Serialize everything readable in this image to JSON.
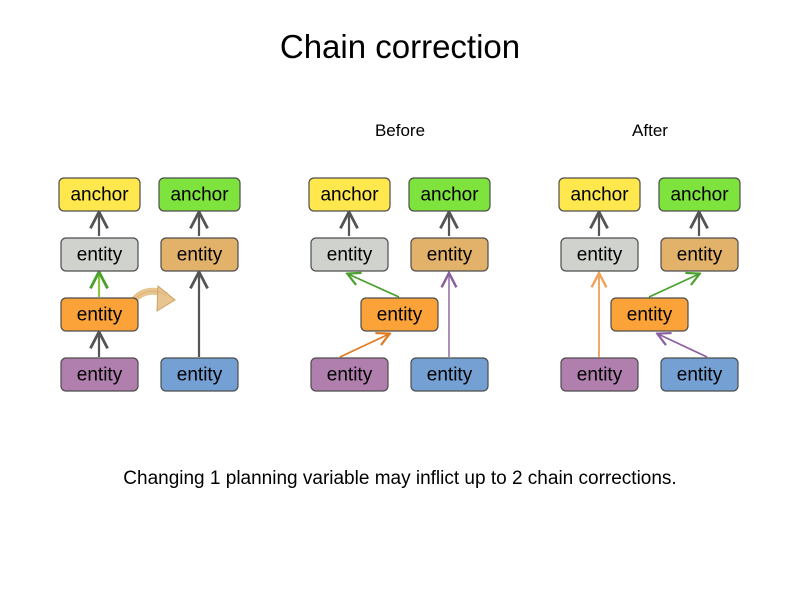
{
  "slide": {
    "title": "Chain correction",
    "caption": "Changing 1 planning variable may inflict up to 2 chain corrections."
  },
  "labels": {
    "before": "Before",
    "after": "After"
  },
  "colors": {
    "anchor_yellow": "#ffe84d",
    "anchor_green": "#7ee33c",
    "entity_gray": "#cfd2cd",
    "entity_tan": "#e3b островa",
    "entity_tan_fix": "#e3b26a",
    "entity_orange": "#fba338",
    "entity_purple": "#b07fae",
    "entity_blue": "#74a0d3",
    "arrow_gray": "#555555",
    "arrow_green": "#4aa02c",
    "arrow_orange": "#e07b1f",
    "arrow_purple": "#8a5fa0",
    "arrow_tan": "#e8c48e",
    "node_border": "#4d4d4d"
  },
  "node_labels": {
    "anchor": "anchor",
    "entity": "entity"
  },
  "panels": [
    {
      "id": "panel-initial",
      "label": "",
      "nodes": [
        {
          "name": "anchor-yellow",
          "text": "anchor",
          "color": "#ffe84d"
        },
        {
          "name": "anchor-green",
          "text": "anchor",
          "color": "#7ee33c"
        },
        {
          "name": "entity-gray",
          "text": "entity",
          "color": "#cfd2cd"
        },
        {
          "name": "entity-tan",
          "text": "entity",
          "color": "#e3b26a"
        },
        {
          "name": "entity-orange",
          "text": "entity",
          "color": "#fba338"
        },
        {
          "name": "entity-purple",
          "text": "entity",
          "color": "#b07fae"
        },
        {
          "name": "entity-blue",
          "text": "entity",
          "color": "#74a0d3"
        }
      ],
      "edges": [
        {
          "name": "edge-gray-entity-to-yellow-anchor",
          "color": "#555555"
        },
        {
          "name": "edge-tan-entity-to-green-anchor",
          "color": "#555555"
        },
        {
          "name": "edge-orange-entity-to-gray-entity",
          "color": "#4aa02c"
        },
        {
          "name": "edge-purple-entity-to-orange-entity",
          "color": "#555555"
        },
        {
          "name": "edge-blue-entity-to-tan-entity",
          "color": "#555555"
        },
        {
          "name": "edge-move-curved-arrow",
          "color": "#e8c48e"
        }
      ]
    },
    {
      "id": "panel-before",
      "label": "Before",
      "nodes": [
        {
          "name": "anchor-yellow",
          "text": "anchor",
          "color": "#ffe84d"
        },
        {
          "name": "anchor-green",
          "text": "anchor",
          "color": "#7ee33c"
        },
        {
          "name": "entity-gray",
          "text": "entity",
          "color": "#cfd2cd"
        },
        {
          "name": "entity-tan",
          "text": "entity",
          "color": "#e3b26a"
        },
        {
          "name": "entity-orange",
          "text": "entity",
          "color": "#fba338"
        },
        {
          "name": "entity-purple",
          "text": "entity",
          "color": "#b07fae"
        },
        {
          "name": "entity-blue",
          "text": "entity",
          "color": "#74a0d3"
        }
      ],
      "edges": [
        {
          "name": "edge-gray-entity-to-yellow-anchor",
          "color": "#555555"
        },
        {
          "name": "edge-tan-entity-to-green-anchor",
          "color": "#555555"
        },
        {
          "name": "edge-orange-entity-to-gray-entity",
          "color": "#4aa02c"
        },
        {
          "name": "edge-purple-entity-to-orange-entity",
          "color": "#e07b1f"
        },
        {
          "name": "edge-blue-entity-to-tan-entity",
          "color": "#8a5fa0"
        }
      ]
    },
    {
      "id": "panel-after",
      "label": "After",
      "nodes": [
        {
          "name": "anchor-yellow",
          "text": "anchor",
          "color": "#ffe84d"
        },
        {
          "name": "anchor-green",
          "text": "anchor",
          "color": "#7ee33c"
        },
        {
          "name": "entity-gray",
          "text": "entity",
          "color": "#cfd2cd"
        },
        {
          "name": "entity-tan",
          "text": "entity",
          "color": "#e3b26a"
        },
        {
          "name": "entity-orange",
          "text": "entity",
          "color": "#fba338"
        },
        {
          "name": "entity-purple",
          "text": "entity",
          "color": "#b07fae"
        },
        {
          "name": "entity-blue",
          "text": "entity",
          "color": "#74a0d3"
        }
      ],
      "edges": [
        {
          "name": "edge-gray-entity-to-yellow-anchor",
          "color": "#555555"
        },
        {
          "name": "edge-tan-entity-to-green-anchor",
          "color": "#555555"
        },
        {
          "name": "edge-purple-entity-to-gray-entity",
          "color": "#f0a35e"
        },
        {
          "name": "edge-orange-entity-to-tan-entity",
          "color": "#4aa02c"
        },
        {
          "name": "edge-blue-entity-to-orange-entity",
          "color": "#8a5fa0"
        }
      ]
    }
  ]
}
